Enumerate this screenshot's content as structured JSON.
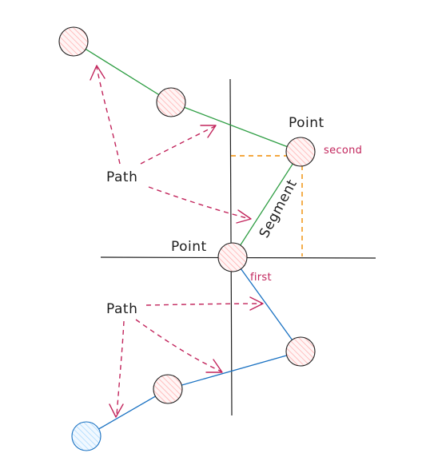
{
  "labels": {
    "point_top": "Point",
    "point_mid": "Point",
    "second": "second",
    "first": "first",
    "segment": "Segment",
    "path_top": "Path",
    "path_bottom": "Path"
  },
  "colors": {
    "stroke": "#1e1e1e",
    "green_path": "#2f9e44",
    "blue_path": "#1971c2",
    "orange_guides": "#f08c00",
    "pink_annotations": "#c2255c",
    "point_fill": "#ffc9c9",
    "point_fill_blue": "#a5d8ff"
  }
}
